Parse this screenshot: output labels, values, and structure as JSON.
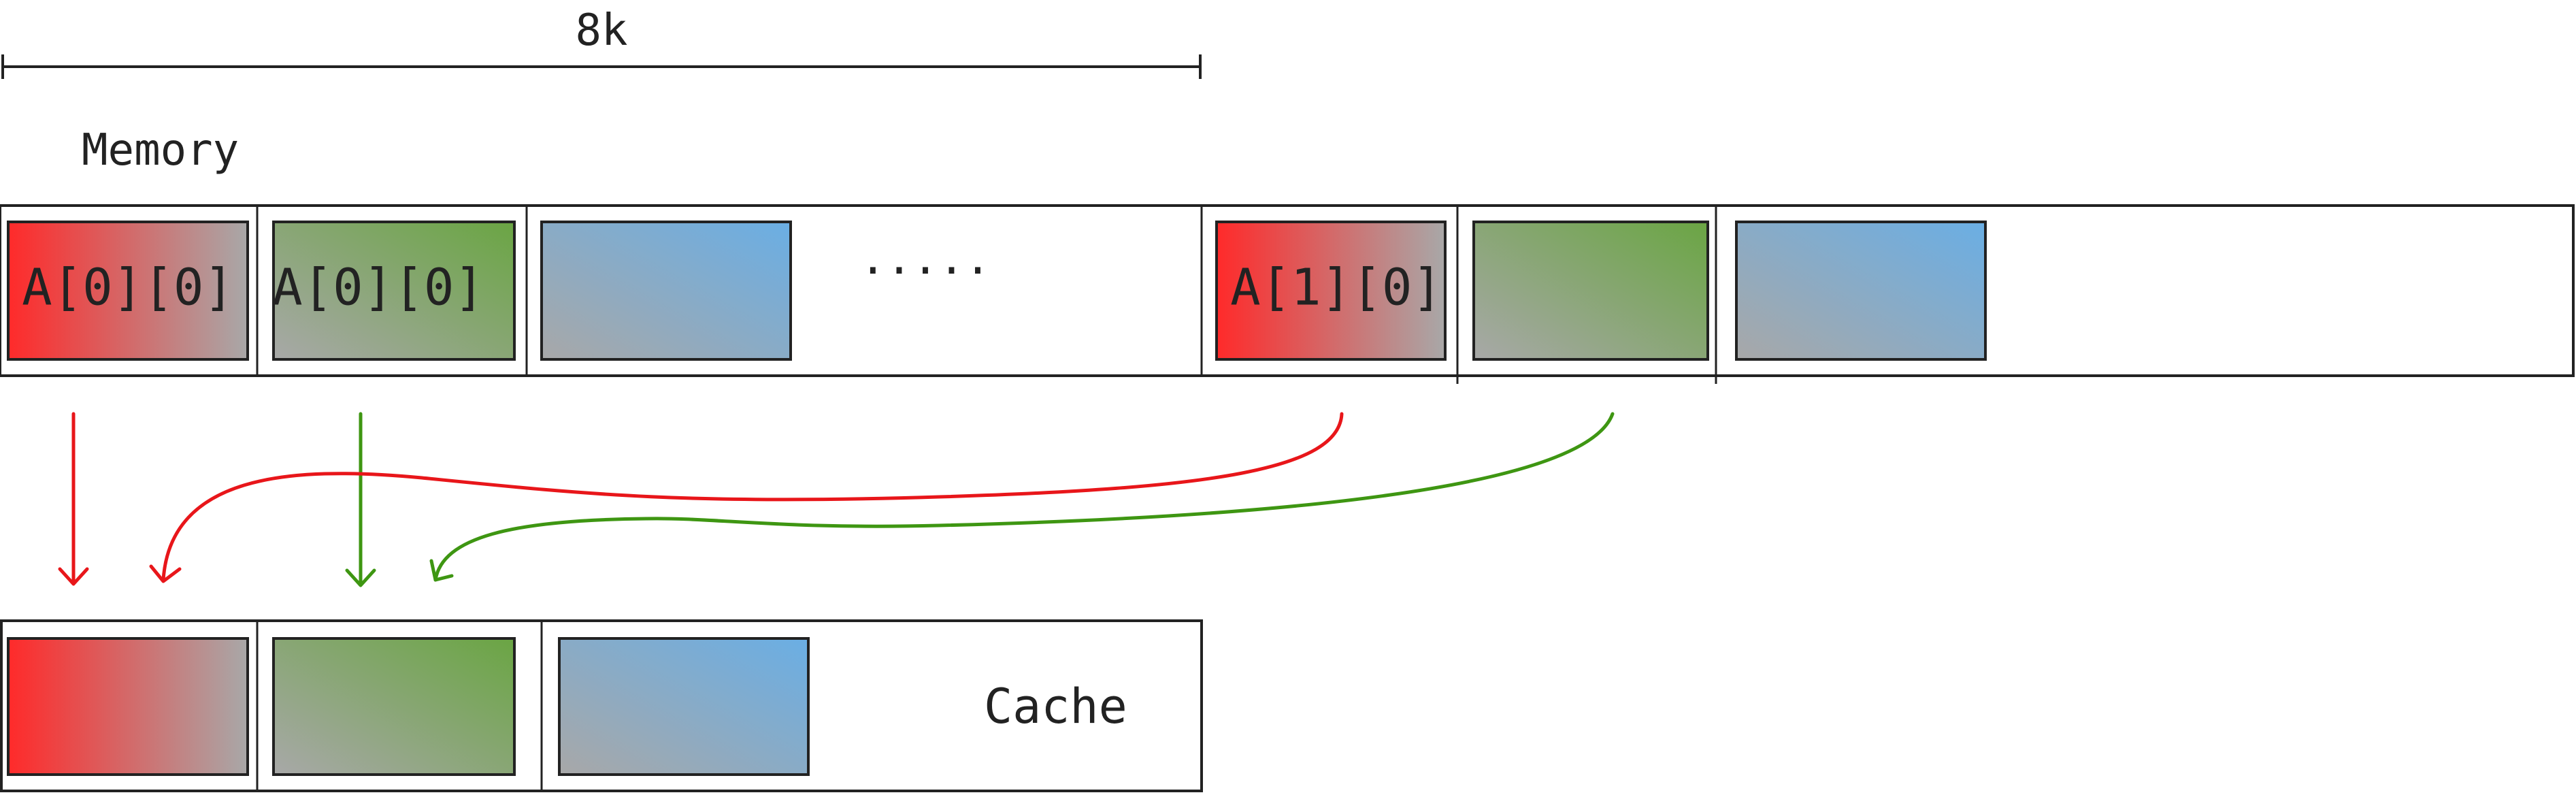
{
  "scale_label": "8k",
  "memory_title": "Memory",
  "cache_title": "Cache",
  "ellipsis": "·····",
  "memory_cells": [
    {
      "label": "A[0][0]",
      "color": "red"
    },
    {
      "label": "A[0][0]",
      "color": "green"
    },
    {
      "label": "",
      "color": "blue"
    },
    {
      "label": "A[1][0]",
      "color": "red"
    },
    {
      "label": "",
      "color": "green"
    },
    {
      "label": "",
      "color": "blue"
    }
  ],
  "cache_cells": [
    {
      "color": "red"
    },
    {
      "color": "green"
    },
    {
      "color": "blue"
    }
  ],
  "colors": {
    "red": "#ff2a2a",
    "green": "#6aa543",
    "blue": "#6aaee4",
    "gray": "#a8a8a8",
    "red_arrow": "#e8161a",
    "green_arrow": "#3e9612",
    "outline": "#222222"
  }
}
